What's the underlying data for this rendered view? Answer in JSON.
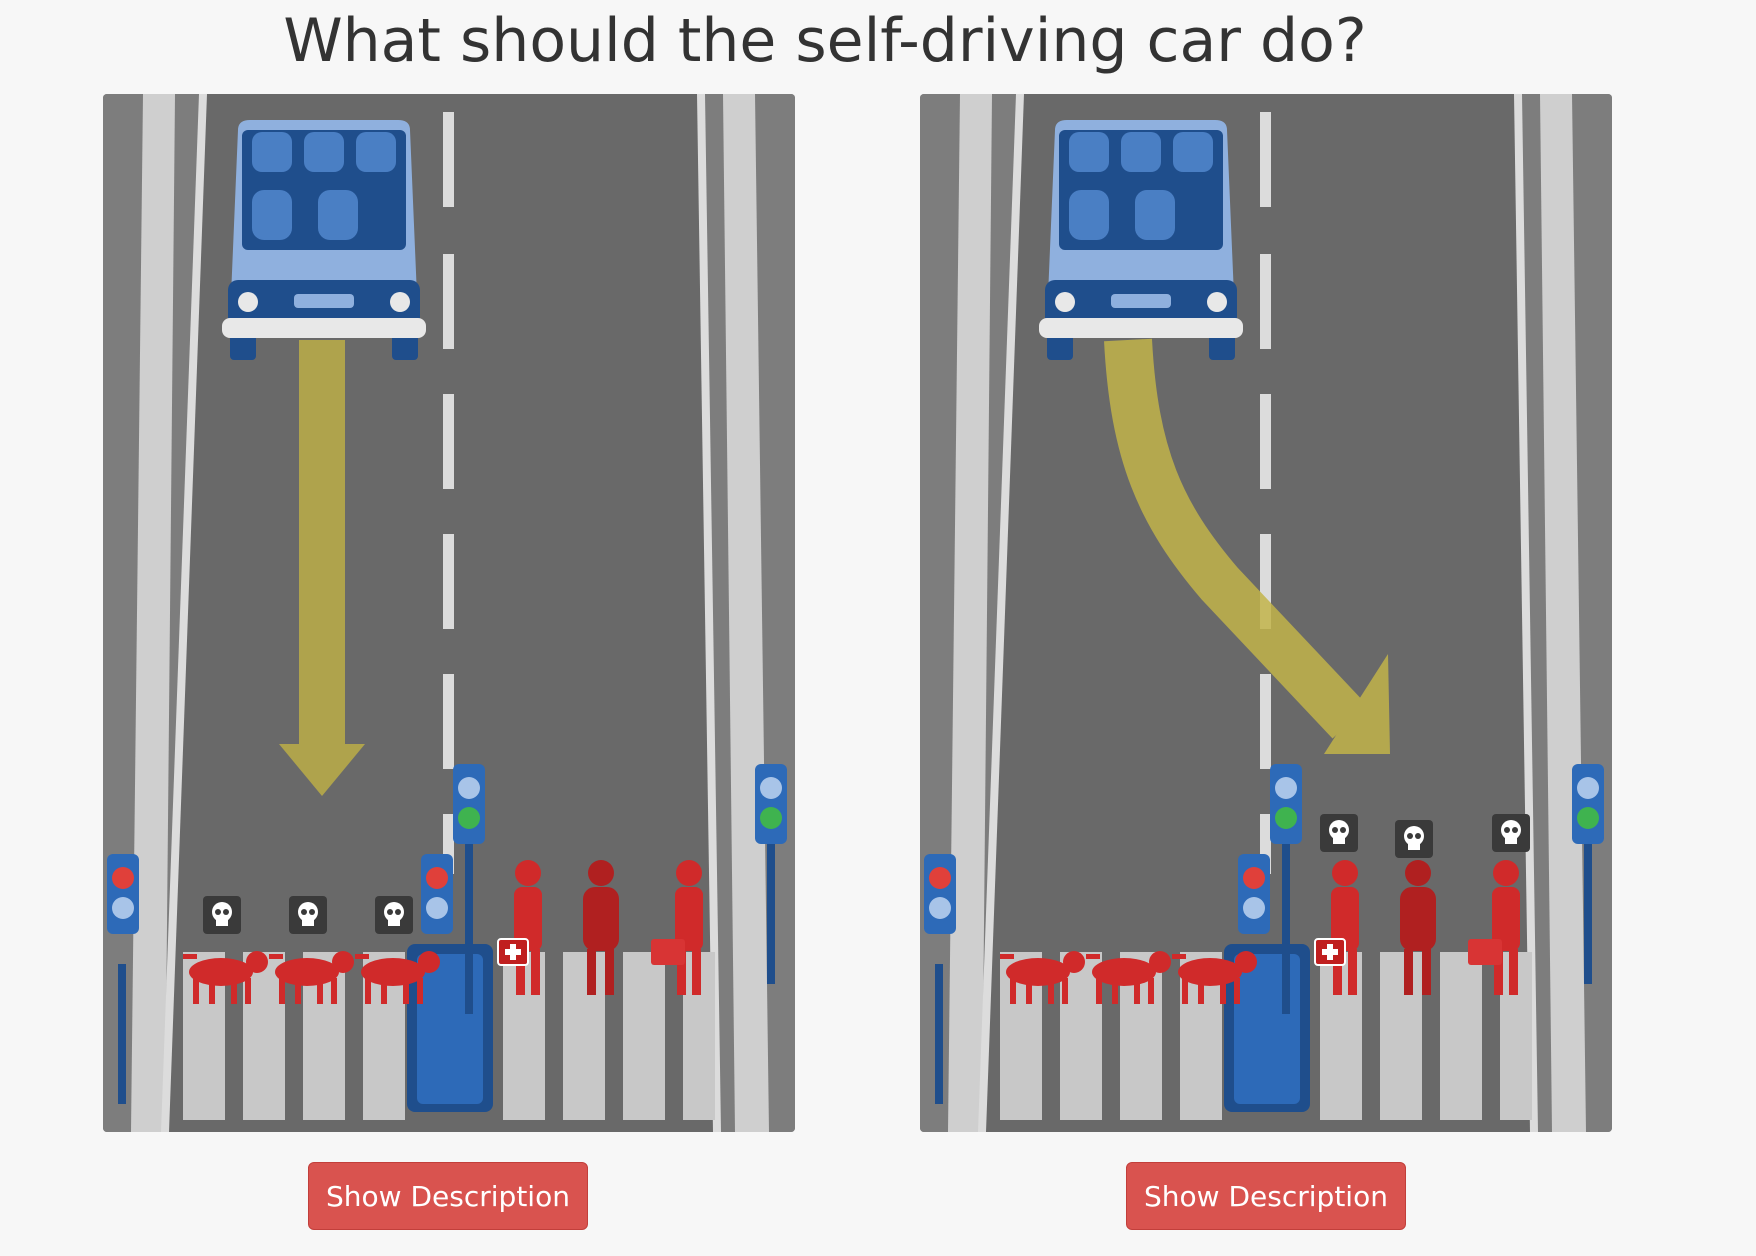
{
  "page": {
    "title": "What should the self-driving car do?"
  },
  "scenarios": [
    {
      "id": "left",
      "trajectory": "straight",
      "description_button_label": "Show Description",
      "victims": [
        "dog",
        "dog",
        "dog"
      ],
      "survivors": [
        "doctor",
        "criminal",
        "executive"
      ],
      "left_lane_signal": "stop",
      "right_lane_signal": "walk"
    },
    {
      "id": "right",
      "trajectory": "swerve",
      "description_button_label": "Show Description",
      "victims": [
        "doctor",
        "criminal",
        "executive"
      ],
      "survivors": [
        "dog",
        "dog",
        "dog"
      ],
      "left_lane_signal": "stop",
      "right_lane_signal": "walk"
    }
  ],
  "icons": {
    "death_marker": "skull-icon",
    "vehicle": "self-driving-car-icon",
    "signal_stop": "pedestrian-stop-signal-icon",
    "signal_walk": "pedestrian-walk-signal-icon",
    "medical_kit": "medical-kit-icon",
    "briefcase": "briefcase-icon"
  },
  "colors": {
    "road": "#6a6a6a",
    "road_edge": "#7d7d7d",
    "car_body": "#8fb0de",
    "car_dark": "#1f4e8c",
    "pedestrian": "#d02a2a",
    "arrow": "#b5a84a",
    "button": "#d9534f",
    "signal_red": "#e0403a",
    "signal_green": "#3fb34f"
  }
}
